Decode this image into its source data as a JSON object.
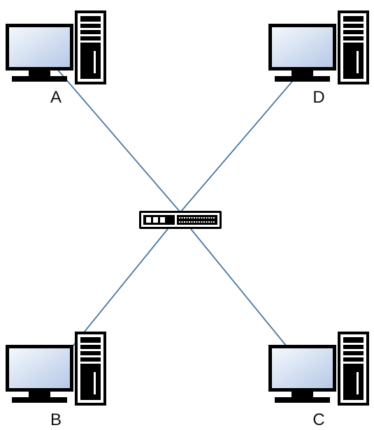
{
  "diagram": {
    "nodes": [
      {
        "id": "A",
        "label": "A"
      },
      {
        "id": "B",
        "label": "B"
      },
      {
        "id": "C",
        "label": "C"
      },
      {
        "id": "D",
        "label": "D"
      }
    ],
    "hub": {
      "icon": "network-switch-icon"
    },
    "links": [
      {
        "from": "A",
        "to": "hub"
      },
      {
        "from": "D",
        "to": "hub"
      },
      {
        "from": "B",
        "to": "hub"
      },
      {
        "from": "C",
        "to": "hub"
      }
    ],
    "colors": {
      "link": "#4a77a0",
      "outline": "#000000",
      "screen_light": "#f4f8fd",
      "screen_dark": "#b6c9e6"
    }
  }
}
